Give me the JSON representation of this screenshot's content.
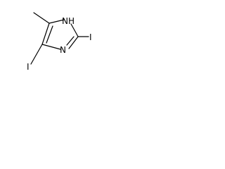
{
  "molecule": {
    "atoms": {
      "nh": "NH",
      "n": "N",
      "iodine_top": "I",
      "iodine_bottom": "I"
    }
  },
  "colors": {
    "bond": "#000000",
    "background": "#ffffff"
  }
}
